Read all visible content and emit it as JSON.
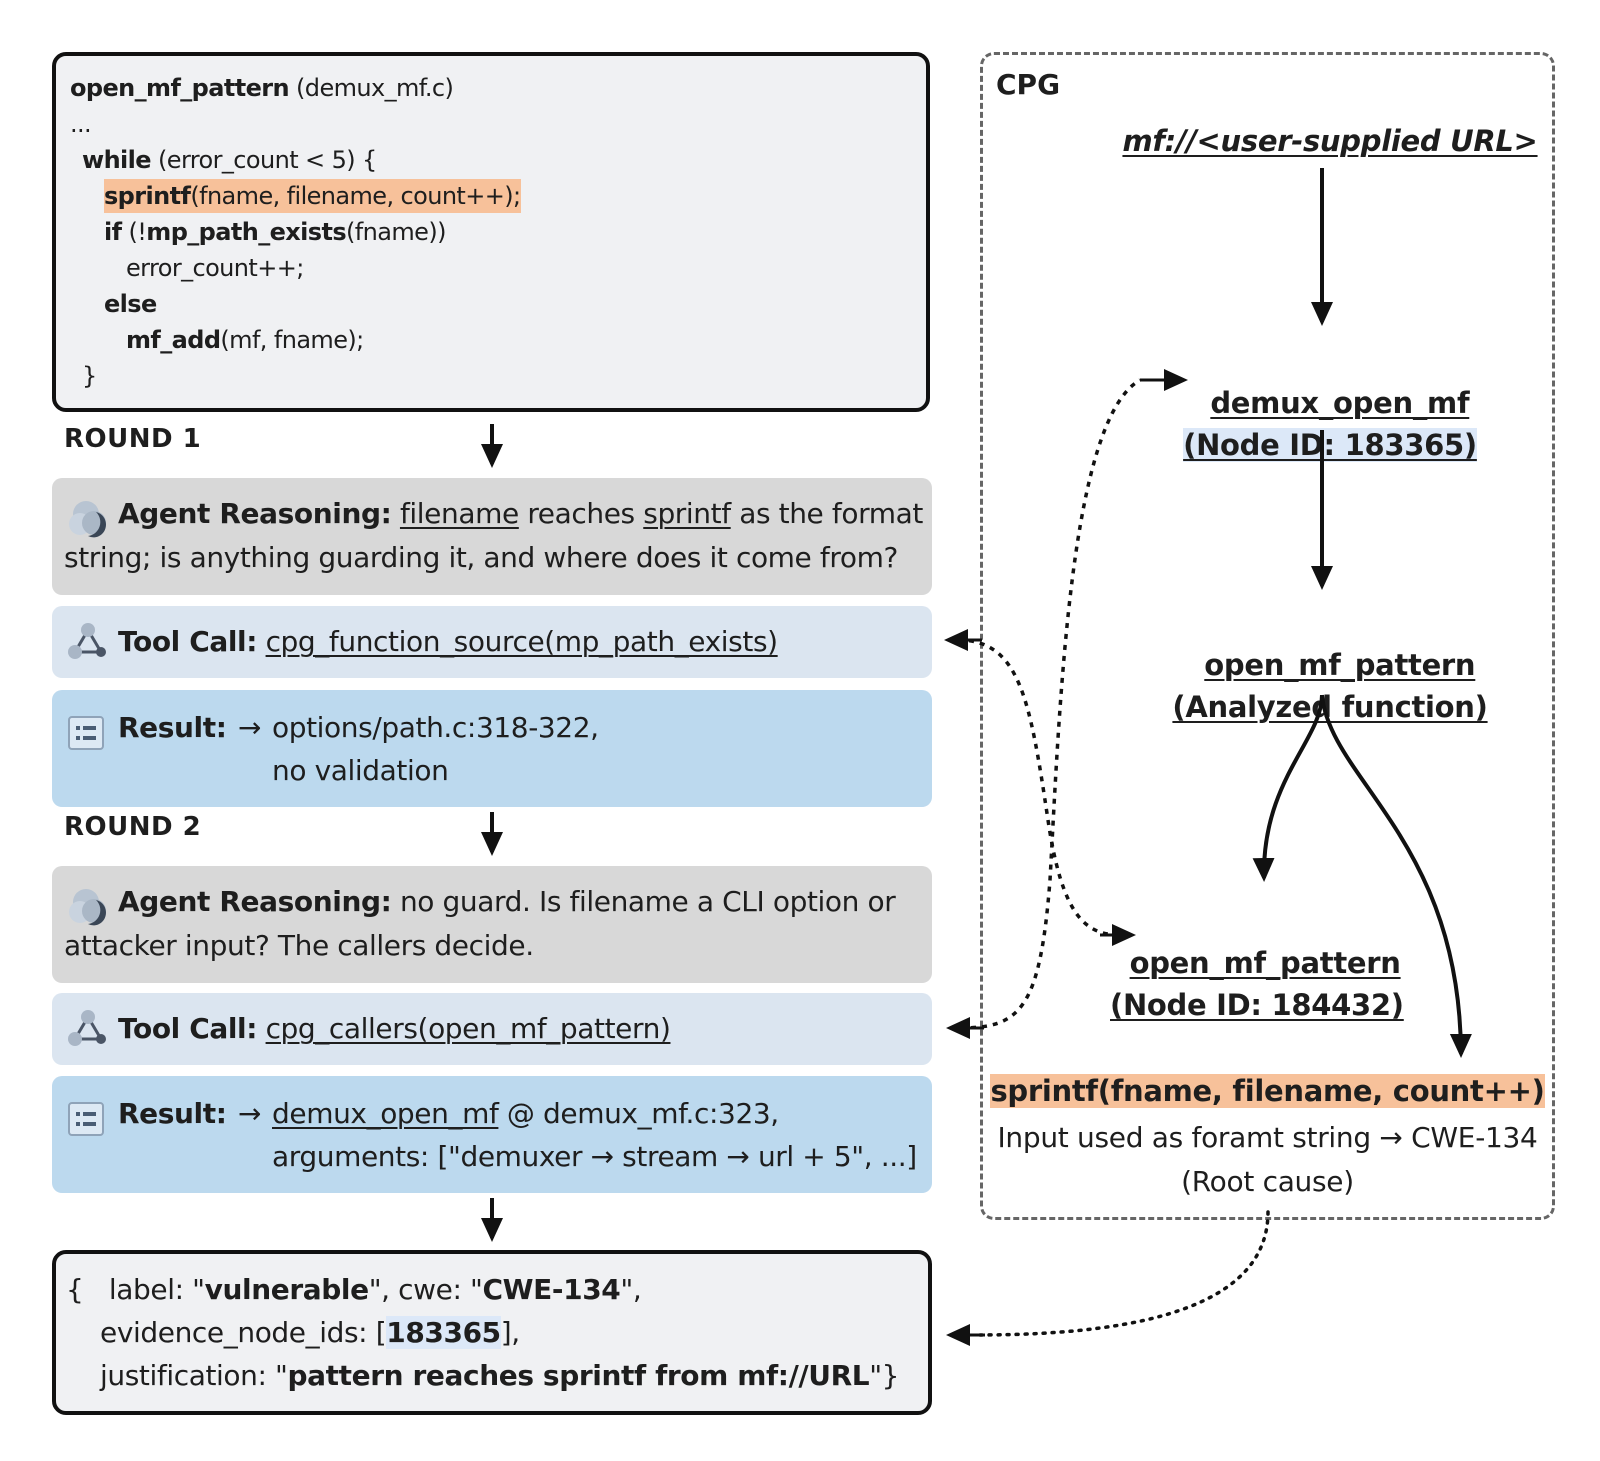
{
  "code": {
    "func_name": "open_mf_pattern",
    "func_file": " (demux_mf.c)",
    "ellipsis": "...",
    "while_kw": "while",
    "while_rest": " (error_count < 5) {",
    "sprintf_kw": "sprintf",
    "sprintf_rest": "(fname, filename, count++);",
    "if_kw": "if",
    "if_mid": " (!",
    "if_fn": "mp_path_exists",
    "if_rest": "(fname))",
    "err_inc": "error_count++;",
    "else_kw": "else",
    "add_fn": "mf_add",
    "add_rest": "(mf, fname);",
    "close": "}"
  },
  "rounds": {
    "r1": "ROUND 1",
    "r2": "ROUND 2"
  },
  "round1": {
    "reason_label": "Agent Reasoning:",
    "reason_u1": "filename",
    "reason_t1": " reaches ",
    "reason_u2": "sprintf",
    "reason_t2": " as the format",
    "reason_line2": "string; is anything guarding it, and where does it come from?",
    "tool_label": "Tool Call:",
    "tool_call": "cpg_function_source(mp_path_exists)",
    "result_label": "Result:",
    "result_arrow": "→",
    "result_line1": "options/path.c:318-322,",
    "result_line2": "no validation"
  },
  "round2": {
    "reason_label": "Agent Reasoning:",
    "reason_t1": " no guard. Is filename a CLI option or",
    "reason_line2": "attacker input? The callers decide.",
    "tool_label": "Tool Call:",
    "tool_call": "cpg_callers(open_mf_pattern)",
    "result_label": "Result:",
    "result_arrow": "→",
    "result_u1": "demux_open_mf",
    "result_t1": " @ demux_mf.c:323,",
    "result_line2": "arguments: [\"demuxer → stream → url + 5\", ...]"
  },
  "output": {
    "open": "{",
    "label_key": "   label: \"",
    "label_val": "vulnerable",
    "cwe_key": "\", cwe: \"",
    "cwe_val": "CWE-134",
    "cwe_end": "\",",
    "ev_key": "evidence_node_ids: [",
    "ev_val": "183365",
    "ev_end": "],",
    "just_key": "justification: \"",
    "just_val": "pattern reaches sprintf from mf://URL",
    "just_end": "\"}"
  },
  "cpg": {
    "title": "CPG",
    "source": "mf://<user-supplied URL>",
    "n1_name": "demux_open_mf",
    "n1_id": "(Node ID: 183365)",
    "n2_name": "open_mf_pattern",
    "n2_sub": "(Analyzed function)",
    "n3_name": "open_mf_pattern",
    "n3_id": "(Node ID: 184432)",
    "sink": "sprintf(fname, filename, count++)",
    "sink_desc": "Input used as foramt string → CWE-134",
    "sink_note": "(Root cause)"
  },
  "colors": {
    "highlight_orange": "#f7c19a",
    "highlight_blue": "#dce8f8",
    "reasoning_bg": "#d8d8d8",
    "tool_bg": "#dbe5f0",
    "result_bg": "#bcd9ee"
  },
  "icons": {
    "reasoning": "agent-cloud-icon",
    "tool": "graph-tool-icon",
    "result": "list-icon"
  }
}
